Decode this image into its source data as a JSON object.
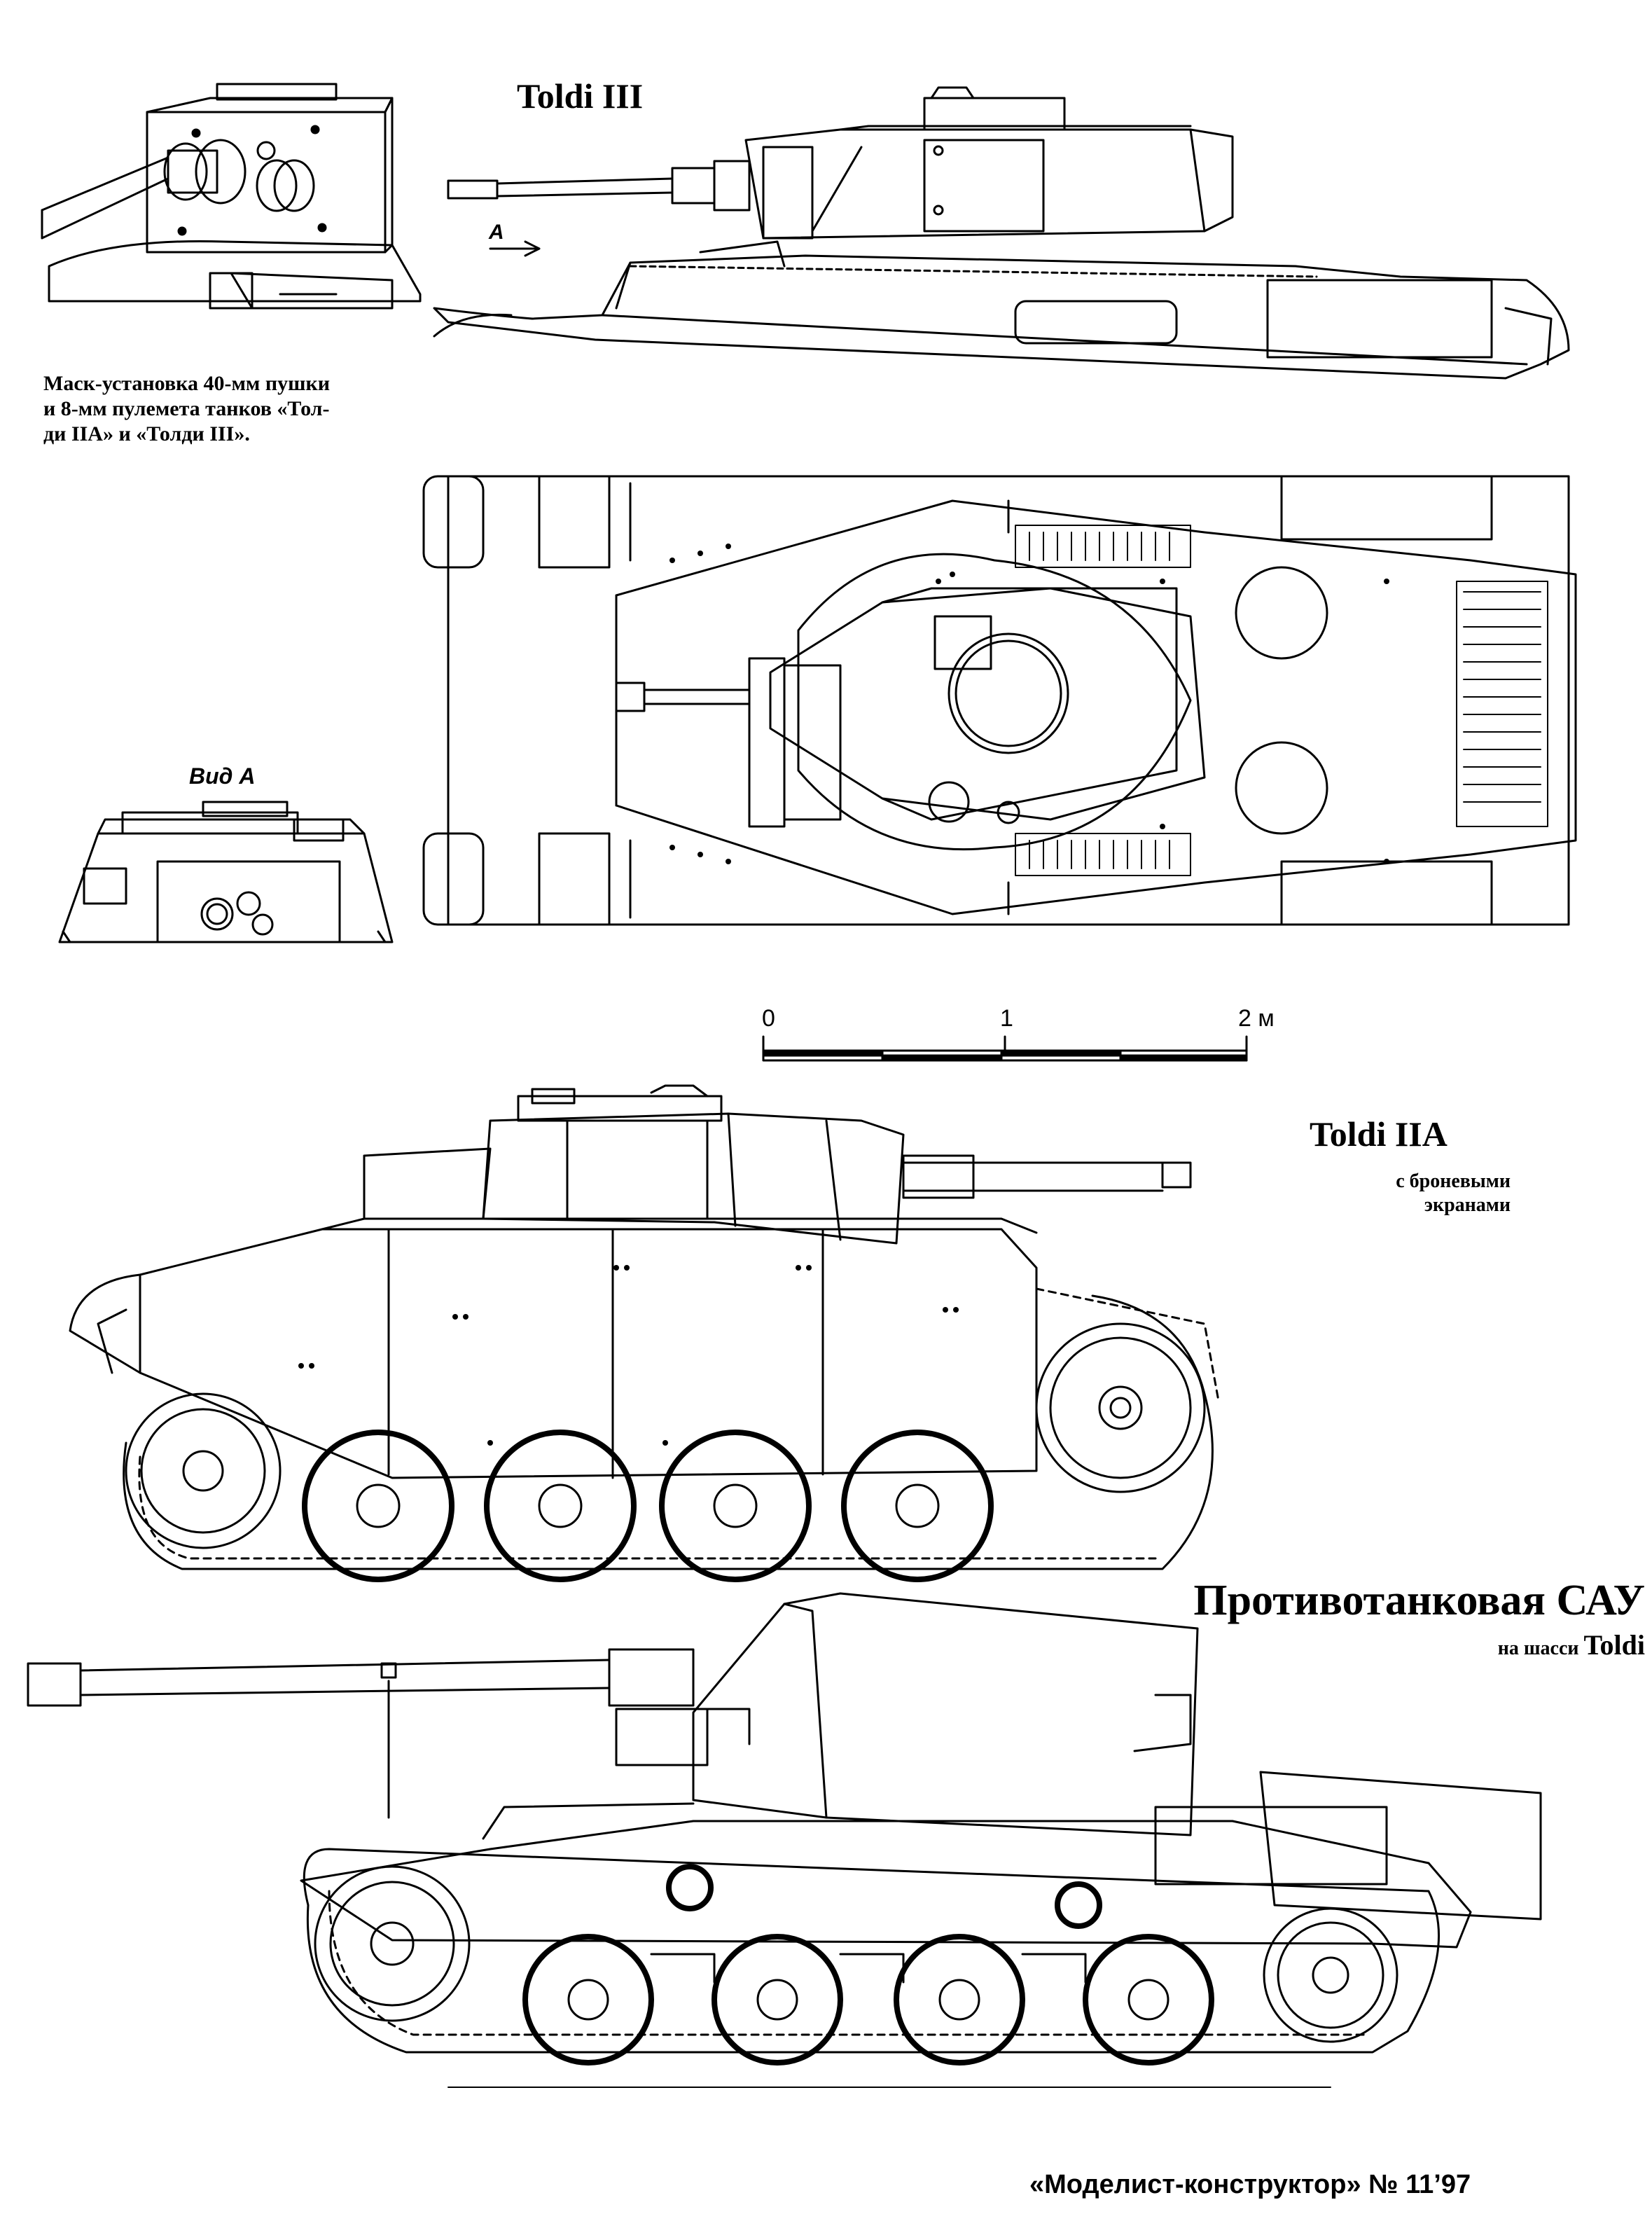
{
  "titles": {
    "toldi3": "Toldi III",
    "toldi2a": "Toldi IIA",
    "toldi2a_sub1": "с броневыми",
    "toldi2a_sub2": "экранами",
    "sau": "Противотанковая САУ",
    "sau_sub_prefix": "на шасси ",
    "sau_sub_name": "Toldi"
  },
  "caption": {
    "line1": "Маск-установка 40-мм пушки",
    "line2": "и 8-мм пулемета танков «Тол-",
    "line3": "ди IIА» и «Толди III»."
  },
  "view_a_label": "Вид А",
  "arrow_a_label": "А",
  "scale": {
    "t0": "0",
    "t1": "1",
    "t2": "2 м"
  },
  "footer": "«Моделист-конструктор» № 11’97",
  "colors": {
    "ink": "#000000",
    "paper": "#ffffff"
  }
}
